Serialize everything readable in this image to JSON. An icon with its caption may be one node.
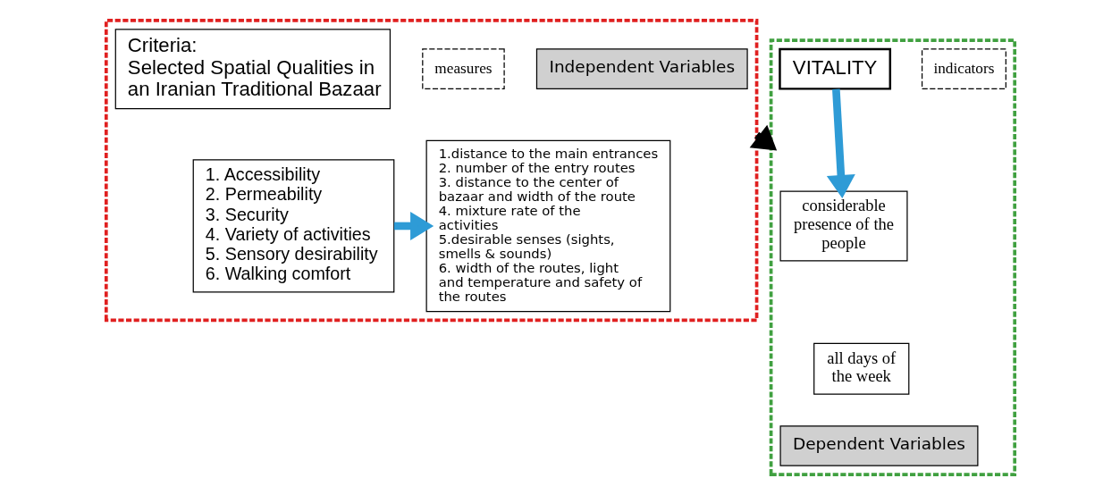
{
  "diagram": {
    "nodes": [
      {
        "text": [],
        "shape": "box"
      },
      {
        "text": [
          "Criteria:",
          "Selected Spatial Qualities in an Iranian Traditional Bazaar"
        ],
        "in": 0
      },
      {
        "text": [
          "1. Accessibility",
          "2. Permeability",
          "3. Security",
          "4. Variety of activities",
          "5. Sensory desirability",
          "6. Walking comfort"
        ],
        "in": 0
      },
      {
        "text": [
          "Independent Variables"
        ],
        "in": 0
      },
      {
        "text": [
          "1.distance to the main entrances",
          "2. number of the entry routes",
          "3. distance to the center of bazaar and width of the route",
          "4. mixture rate of the activities",
          "5.desirable senses (sights, smells & sounds)",
          "6. width of the routes, light and temperature and safety of the routes"
        ],
        "in": 0
      },
      {
        "text": [
          "measures"
        ],
        "in": 0
      },
      {
        "text": [],
        "shape": "box"
      },
      {
        "text": [
          "VITALITY"
        ],
        "in": 6
      },
      {
        "text": [
          "indicators"
        ],
        "in": 6
      },
      {
        "text": [
          "considerable presence of the people"
        ],
        "in": 6
      },
      {
        "text": [
          "all days of the week"
        ],
        "in": 6
      },
      {
        "text": [
          "Dependent Variables"
        ],
        "in": 6
      }
    ],
    "edges": [
      {
        "from": 2,
        "to": 4,
        "arrow": "to"
      },
      {
        "from": 0,
        "to": 6,
        "arrow": "to",
        "color": "#000000"
      },
      {
        "from": 7,
        "to": 9,
        "arrow": "to"
      }
    ]
  }
}
